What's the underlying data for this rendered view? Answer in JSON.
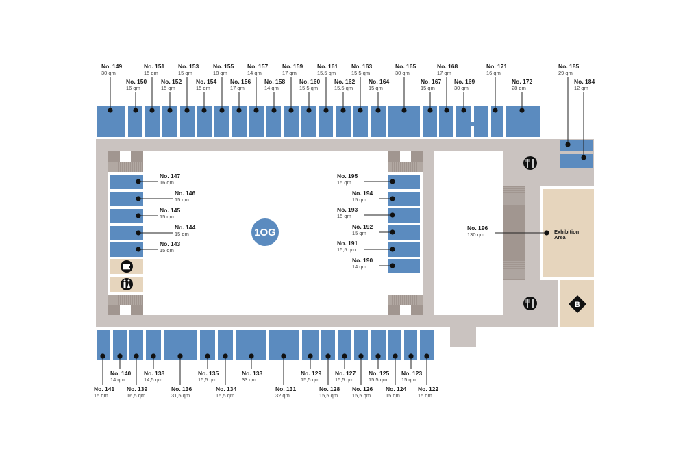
{
  "floor_label": "1OG",
  "colors": {
    "booth": "#5b8bbf",
    "corridor": "#cac3c0",
    "stairs": "#a19690",
    "amenity": "#e6d5bd",
    "room": "#ffffff",
    "marker": "#111111"
  },
  "booths": [
    {
      "id": "b149",
      "no": "No. 149",
      "size": "30 qm"
    },
    {
      "id": "b150",
      "no": "No. 150",
      "size": "16 qm"
    },
    {
      "id": "b151",
      "no": "No. 151",
      "size": "15 qm"
    },
    {
      "id": "b152",
      "no": "No. 152",
      "size": "15 qm"
    },
    {
      "id": "b153",
      "no": "No. 153",
      "size": "15 qm"
    },
    {
      "id": "b154",
      "no": "No. 154",
      "size": "15 qm"
    },
    {
      "id": "b155",
      "no": "No. 155",
      "size": "18 qm"
    },
    {
      "id": "b156",
      "no": "No. 156",
      "size": "17 qm"
    },
    {
      "id": "b157",
      "no": "No. 157",
      "size": "14 qm"
    },
    {
      "id": "b158",
      "no": "No. 158",
      "size": "14 qm"
    },
    {
      "id": "b159",
      "no": "No. 159",
      "size": "17 qm"
    },
    {
      "id": "b160",
      "no": "No. 160",
      "size": "15,5 qm"
    },
    {
      "id": "b161",
      "no": "No. 161",
      "size": "15,5 qm"
    },
    {
      "id": "b162",
      "no": "No. 162",
      "size": "15,5 qm"
    },
    {
      "id": "b163",
      "no": "No. 163",
      "size": "15,5 qm"
    },
    {
      "id": "b164",
      "no": "No. 164",
      "size": "15 qm"
    },
    {
      "id": "b165",
      "no": "No. 165",
      "size": "30 qm"
    },
    {
      "id": "b167",
      "no": "No. 167",
      "size": "15 qm"
    },
    {
      "id": "b168",
      "no": "No. 168",
      "size": "17 qm"
    },
    {
      "id": "b169",
      "no": "No. 169",
      "size": "30 qm"
    },
    {
      "id": "b171",
      "no": "No. 171",
      "size": "16 qm"
    },
    {
      "id": "b172",
      "no": "No. 172",
      "size": "28 qm"
    },
    {
      "id": "b185",
      "no": "No. 185",
      "size": "29 qm"
    },
    {
      "id": "b184",
      "no": "No. 184",
      "size": "12 qm"
    },
    {
      "id": "b147",
      "no": "No. 147",
      "size": "16 qm"
    },
    {
      "id": "b146",
      "no": "No. 146",
      "size": "15 qm"
    },
    {
      "id": "b145",
      "no": "No. 145",
      "size": "15 qm"
    },
    {
      "id": "b144",
      "no": "No. 144",
      "size": "15 qm"
    },
    {
      "id": "b143",
      "no": "No. 143",
      "size": "15 qm"
    },
    {
      "id": "b195",
      "no": "No. 195",
      "size": "15 qm"
    },
    {
      "id": "b194",
      "no": "No. 194",
      "size": "15 qm"
    },
    {
      "id": "b193",
      "no": "No. 193",
      "size": "15 qm"
    },
    {
      "id": "b192",
      "no": "No. 192",
      "size": "15 qm"
    },
    {
      "id": "b191",
      "no": "No. 191",
      "size": "15,5 qm"
    },
    {
      "id": "b190",
      "no": "No. 190",
      "size": "14 qm"
    },
    {
      "id": "b196",
      "no": "No. 196",
      "size": "130 qm"
    },
    {
      "id": "b141",
      "no": "No. 141",
      "size": "15 qm"
    },
    {
      "id": "b140",
      "no": "No. 140",
      "size": "14 qm"
    },
    {
      "id": "b139",
      "no": "No. 139",
      "size": "16,5 qm"
    },
    {
      "id": "b138",
      "no": "No. 138",
      "size": "14,5 qm"
    },
    {
      "id": "b136",
      "no": "No. 136",
      "size": "31,5 qm"
    },
    {
      "id": "b135",
      "no": "No. 135",
      "size": "15,5 qm"
    },
    {
      "id": "b134",
      "no": "No. 134",
      "size": "15,5 qm"
    },
    {
      "id": "b133",
      "no": "No. 133",
      "size": "33 qm"
    },
    {
      "id": "b131",
      "no": "No. 131",
      "size": "32 qm"
    },
    {
      "id": "b129",
      "no": "No. 129",
      "size": "15,5 qm"
    },
    {
      "id": "b128",
      "no": "No. 128",
      "size": "15,5 qm"
    },
    {
      "id": "b127",
      "no": "No. 127",
      "size": "15,5 qm"
    },
    {
      "id": "b126",
      "no": "No. 126",
      "size": "15,5 qm"
    },
    {
      "id": "b125",
      "no": "No. 125",
      "size": "15,5 qm"
    },
    {
      "id": "b124",
      "no": "No. 124",
      "size": "15 qm"
    },
    {
      "id": "b123",
      "no": "No. 123",
      "size": "15 qm"
    },
    {
      "id": "b122",
      "no": "No. 122",
      "size": "15 qm"
    }
  ],
  "areas": {
    "exhibition": {
      "line1": "Exhibition",
      "line2": "Area"
    }
  },
  "icons": [
    {
      "id": "rest-top",
      "name": "restaurant-icon"
    },
    {
      "id": "rest-bottom",
      "name": "restaurant-icon"
    },
    {
      "id": "cafe",
      "name": "coffee-cup-icon"
    },
    {
      "id": "wc",
      "name": "restroom-icon"
    },
    {
      "id": "info",
      "name": "info-b-icon",
      "glyph": "B"
    }
  ]
}
